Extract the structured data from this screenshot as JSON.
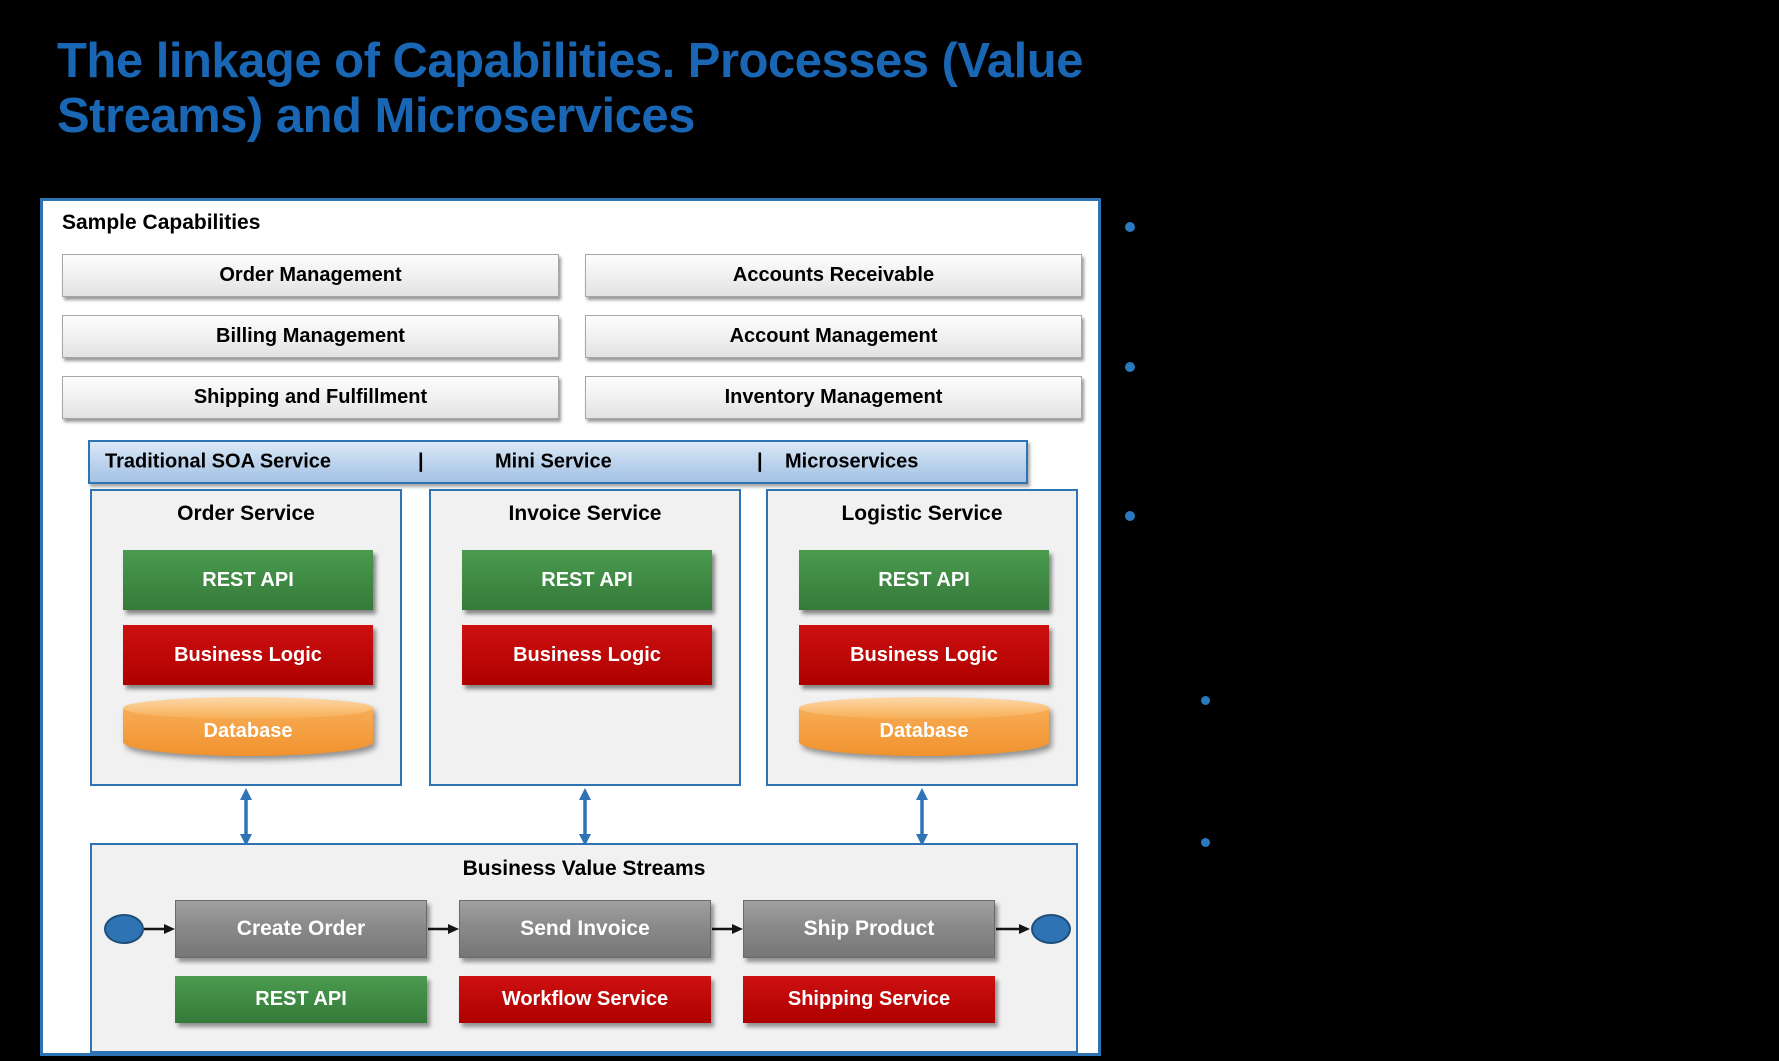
{
  "title": {
    "line1": "The linkage of Capabilities. Processes (Value",
    "line2": "Streams) and Microservices"
  },
  "panel": {
    "heading": "Sample Capabilities",
    "capabilities": [
      "Order Management",
      "Accounts Receivable",
      "Billing Management",
      "Account Management",
      "Shipping and Fulfillment",
      "Inventory Management"
    ],
    "band": {
      "items": [
        "Traditional SOA Service",
        "|",
        "Mini Service",
        "|",
        "Microservices"
      ]
    },
    "services": [
      {
        "name": "Order Service",
        "api": "REST API",
        "logic": "Business Logic",
        "db": "Database"
      },
      {
        "name": "Invoice Service",
        "api": "REST API",
        "logic": "Business Logic"
      },
      {
        "name": "Logistic Service",
        "api": "REST API",
        "logic": "Business Logic",
        "db": "Database"
      }
    ],
    "value_streams": {
      "title": "Business Value Streams",
      "steps": [
        "Create Order",
        "Send Invoice",
        "Ship Product"
      ],
      "implementations": [
        "REST API",
        "Workflow Service",
        "Shipping Service"
      ]
    }
  },
  "colors": {
    "background": "#000000",
    "title_blue": "#1966B4",
    "accent_blue": "#2E74B5",
    "band_fill": "#BAD2EC",
    "green": "#3E8E43",
    "red": "#C00000",
    "orange": "#F49B3E",
    "step_gray": "#8A8A8A",
    "panel_fill": "#FFFFFF",
    "card_fill": "#F1F1F2"
  }
}
